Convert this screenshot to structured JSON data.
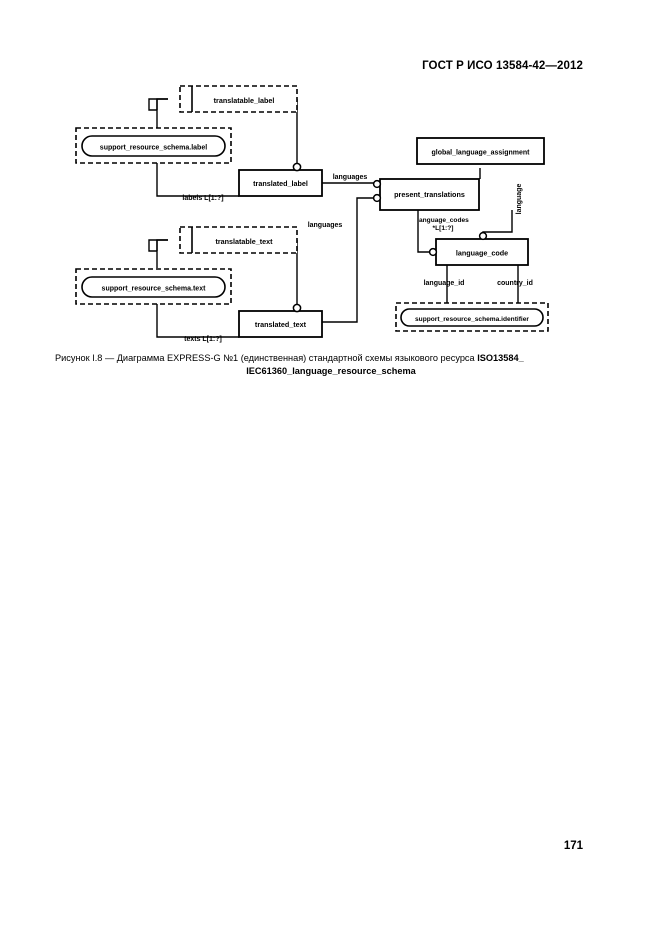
{
  "document": {
    "header": "ГОСТ Р ИСО 13584-42—2012",
    "page_number": "171"
  },
  "caption": {
    "line1_normal": "Рисунок I.8 — Диаграмма EXPRESS-G №1 (единственная) стандартной схемы языкового ресурса ",
    "line1_bold": "ISO13584_",
    "line2_bold": "IEC61360_language_resource_schema"
  },
  "diagram": {
    "type": "express-g",
    "nodes": {
      "translatable_label": "translatable_label",
      "support_resource_schema_label": "support_resource_schema.label",
      "translated_label": "translated_label",
      "global_language_assignment": "global_language_assignment",
      "present_translations": "present_translations",
      "language_code": "language_code",
      "translatable_text": "translatable_text",
      "support_resource_schema_text": "support_resource_schema.text",
      "translated_text": "translated_text",
      "support_resource_schema_identifier": "support_resource_schema.identifier"
    },
    "edge_labels": {
      "labels_cardinality": "labels L[1:?]",
      "texts_cardinality": "texts L[1:?]",
      "languages_top": "languages",
      "languages_center": "languages",
      "language_vertical": "language",
      "language_codes_line1": "language_codes",
      "language_codes_line2": "*L[1:?]",
      "language_id": "language_id",
      "country_id": "country_id"
    }
  }
}
